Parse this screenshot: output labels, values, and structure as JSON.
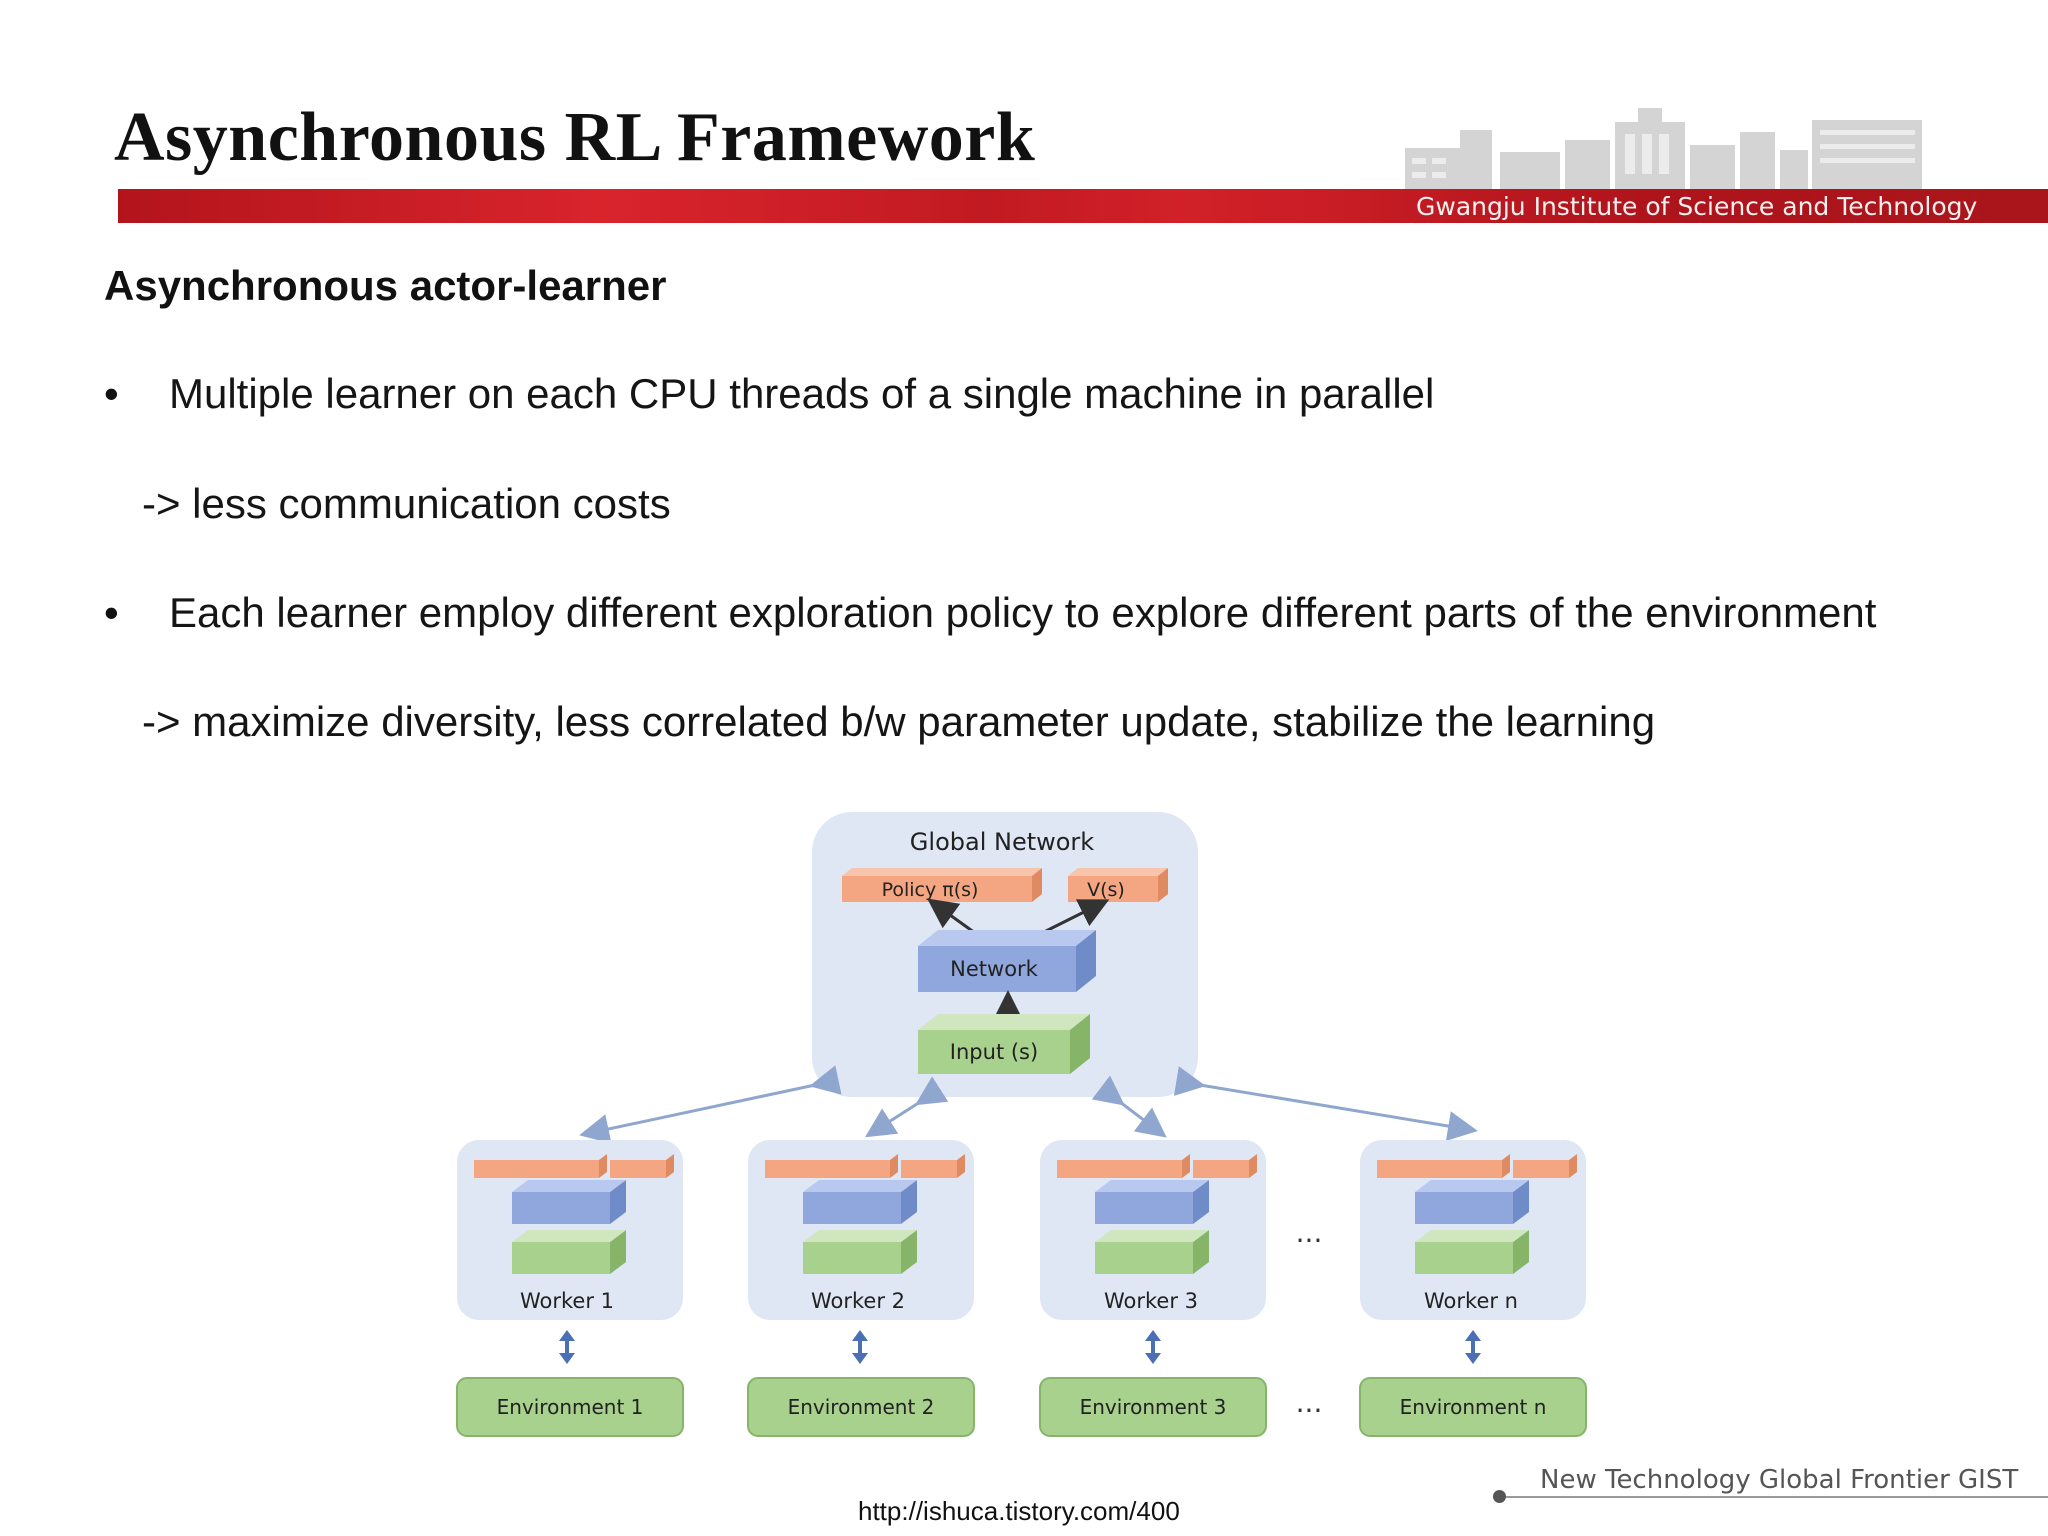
{
  "slide": {
    "title": "Asynchronous RL Framework",
    "institute": "Gwangju Institute of  Science and Technology",
    "subtitle": "Asynchronous actor-learner",
    "bullets": [
      {
        "marker": "•",
        "text": "Multiple learner on each CPU threads of a single machine in parallel",
        "note": "-> less communication costs"
      },
      {
        "marker": "•",
        "text": "Each learner employ different exploration policy to explore different parts of the environment",
        "note": "-> maximize diversity, less correlated b/w parameter update, stabilize the learning"
      }
    ],
    "source_url": "http://ishuca.tistory.com/400",
    "footer_tagline": "New Technology Global Frontier GIST"
  },
  "diagram": {
    "global_network": {
      "title": "Global Network",
      "policy": "Policy π(s)",
      "value": "V(s)",
      "network": "Network",
      "input": "Input (s)"
    },
    "workers": [
      "Worker 1",
      "Worker 2",
      "Worker 3",
      "Worker n"
    ],
    "environments": [
      "Environment 1",
      "Environment 2",
      "Environment 3",
      "Environment n"
    ],
    "ellipsis": "...",
    "colors": {
      "panel": "#dfe6f4",
      "orange": "#f4a682",
      "blue": "#8fa7dc",
      "green": "#a8d18d",
      "arrow": "#8fa6cf"
    }
  }
}
